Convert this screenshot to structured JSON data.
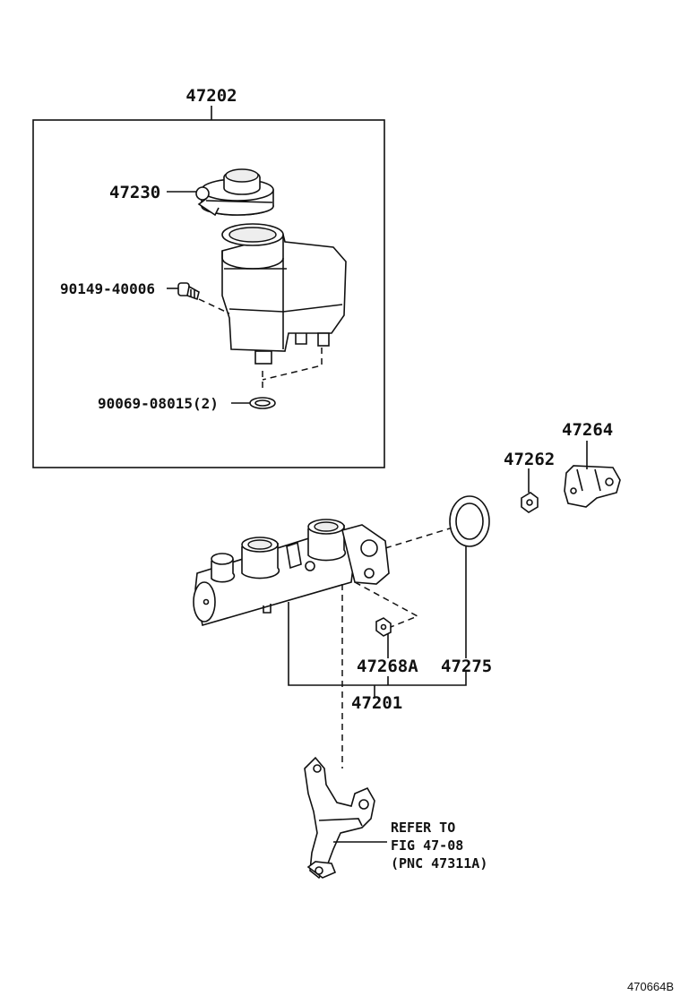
{
  "labels": {
    "assembly_reservoir": "47202",
    "cap": "47230",
    "screw": "90149-40006",
    "grommet": "90069-08015(2)",
    "bracket": "47264",
    "nut_right": "47262",
    "nut_center": "47268A",
    "seal": "47275",
    "master_cylinder": "47201",
    "reference": [
      "REFER TO",
      "FIG 47-08",
      "(PNC 47311A)"
    ],
    "figure_code": "470664B"
  }
}
